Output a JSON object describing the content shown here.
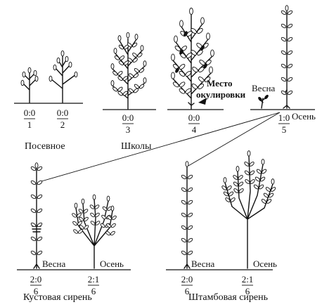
{
  "labels": {
    "seedling_bed": "Посевное",
    "nursery": "Школы",
    "budding_site_line1": "Место",
    "budding_site_line2": "окулировки",
    "spring_top": "Весна",
    "autumn_top": "Осень",
    "spring_bush": "Весна",
    "autumn_bush": "Осень",
    "spring_std": "Весна",
    "autumn_std": "Осень",
    "bush_lilac": "Кустовая сирень",
    "standard_lilac": "Штамбовая сирень"
  },
  "codes": [
    {
      "top": "0:0",
      "bottom": "1"
    },
    {
      "top": "0:0",
      "bottom": "2"
    },
    {
      "top": "0:0",
      "bottom": "3"
    },
    {
      "top": "0:0",
      "bottom": "4"
    },
    {
      "top": "1:0",
      "bottom": "5"
    },
    {
      "top": "2:0",
      "bottom": "6"
    },
    {
      "top": "2:1",
      "bottom": "6"
    },
    {
      "top": "2:0",
      "bottom": "6"
    },
    {
      "top": "2:1",
      "bottom": "6"
    }
  ]
}
